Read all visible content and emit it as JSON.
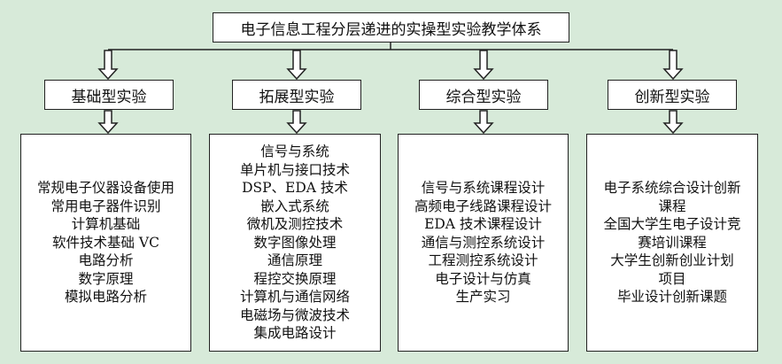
{
  "title": "电子信息工程分层递进的实操型实验教学体系",
  "categories": [
    {
      "label": "基础型实验",
      "items": [
        "常规电子仪器设备使用",
        "常用电子器件识别",
        "计算机基础",
        "软件技术基础 VC",
        "电路分析",
        "数字原理",
        "模拟电路分析"
      ]
    },
    {
      "label": "拓展型实验",
      "items": [
        "信号与系统",
        "单片机与接口技术",
        "DSP、EDA 技术",
        "嵌入式系统",
        "微机及测控技术",
        "数字图像处理",
        "通信原理",
        "程控交换原理",
        "计算机与通信网络",
        "电磁场与微波技术",
        "集成电路设计"
      ]
    },
    {
      "label": "综合型实验",
      "items": [
        "信号与系统课程设计",
        "高频电子线路课程设计",
        "EDA 技术课程设计",
        "通信与测控系统设计",
        "工程测控系统设计",
        "电子设计与仿真",
        "生产实习"
      ]
    },
    {
      "label": "创新型实验",
      "items": [
        "电子系统综合设计创新",
        "课程",
        "全国大学生电子设计竞",
        "赛培训课程",
        "大学生创新创业计划",
        "项目",
        "毕业设计创新课题"
      ]
    }
  ],
  "colors": {
    "background": "#d7ead9",
    "box_fill": "#ffffff",
    "stroke": "#222222"
  }
}
